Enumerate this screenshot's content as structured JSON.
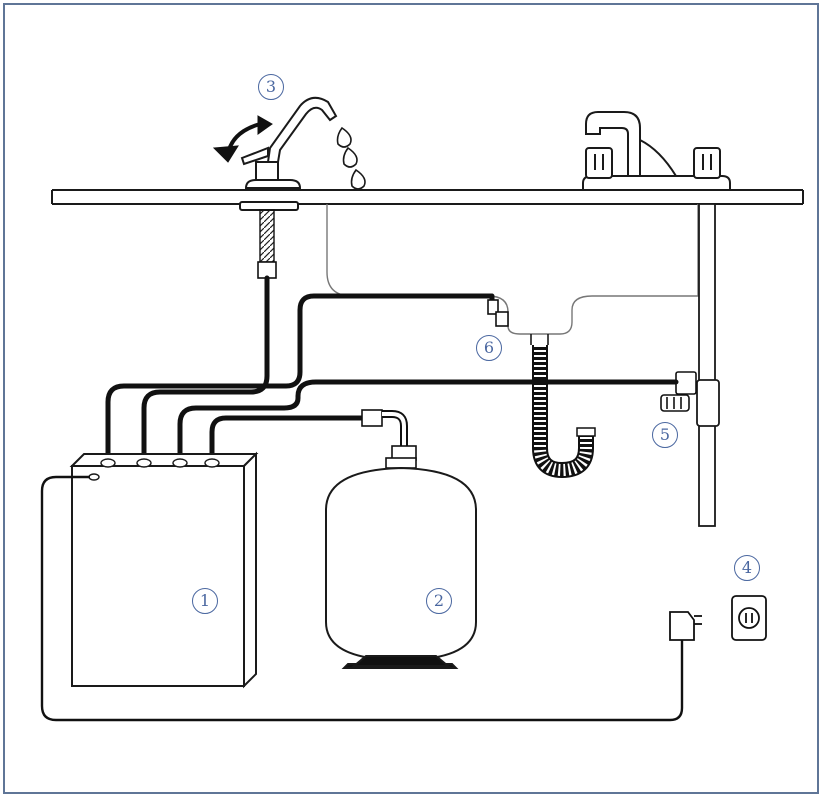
{
  "colors": {
    "frame": "#5f7597",
    "callout": "#4a67a0",
    "line": "#1a1a1a",
    "tube": "#111111"
  },
  "components": [
    {
      "id": "filter-unit",
      "label": "1"
    },
    {
      "id": "storage-tank",
      "label": "2"
    },
    {
      "id": "faucet",
      "label": "3"
    },
    {
      "id": "power-outlet",
      "label": "4"
    },
    {
      "id": "feed-valve",
      "label": "5"
    },
    {
      "id": "drain-saddle",
      "label": "6"
    }
  ]
}
